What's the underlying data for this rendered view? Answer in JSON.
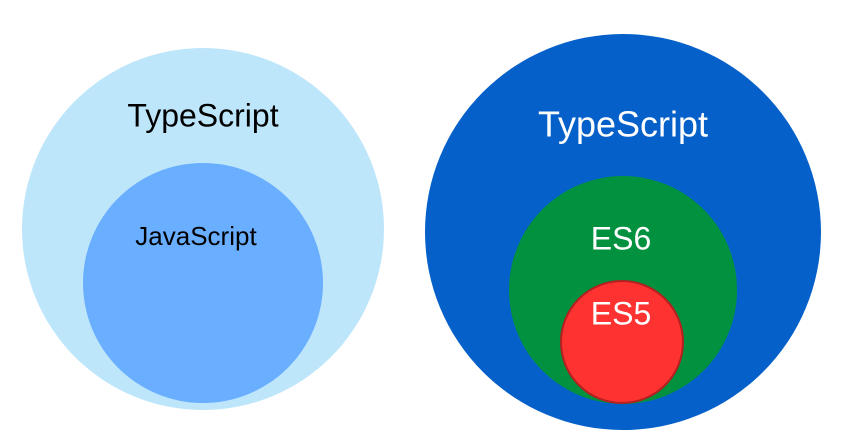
{
  "left_diagram": {
    "outer": {
      "label": "TypeScript",
      "fill": "#bde6fb",
      "text_color": "#000000"
    },
    "inner": {
      "label": "JavaScript",
      "fill": "#6aaeff",
      "text_color": "#000000"
    }
  },
  "right_diagram": {
    "outer": {
      "label": "TypeScript",
      "fill": "#0660c9",
      "text_color": "#ffffff"
    },
    "middle": {
      "label": "ES6",
      "fill": "#02913f",
      "text_color": "#ffffff"
    },
    "inner": {
      "label": "ES5",
      "fill": "#fe3231",
      "stroke": "#b3201f",
      "text_color": "#ffffff"
    }
  }
}
